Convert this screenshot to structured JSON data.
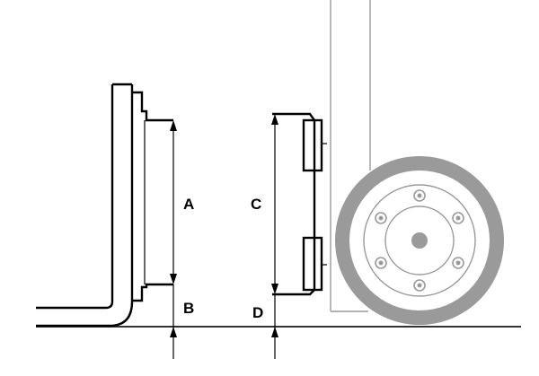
{
  "labels": {
    "a": "A",
    "b": "B",
    "c": "C",
    "d": "D"
  },
  "colors": {
    "line": "#000000",
    "mast": "#9a9a9a",
    "tire": "#9a9a9a",
    "ground": "#333333"
  }
}
